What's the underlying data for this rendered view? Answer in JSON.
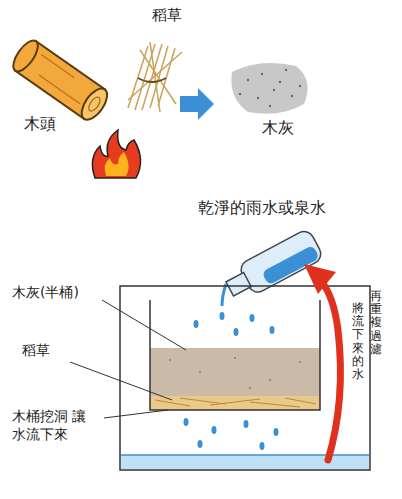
{
  "diagram": {
    "labels": [
      "稻草",
      "木頭",
      "木灰",
      "乾淨的雨水或泉水",
      "木灰(半桶)",
      "稻草",
      "木桶挖洞 讓水流下來",
      "將流下來的水",
      "再重複過濾"
    ]
  }
}
